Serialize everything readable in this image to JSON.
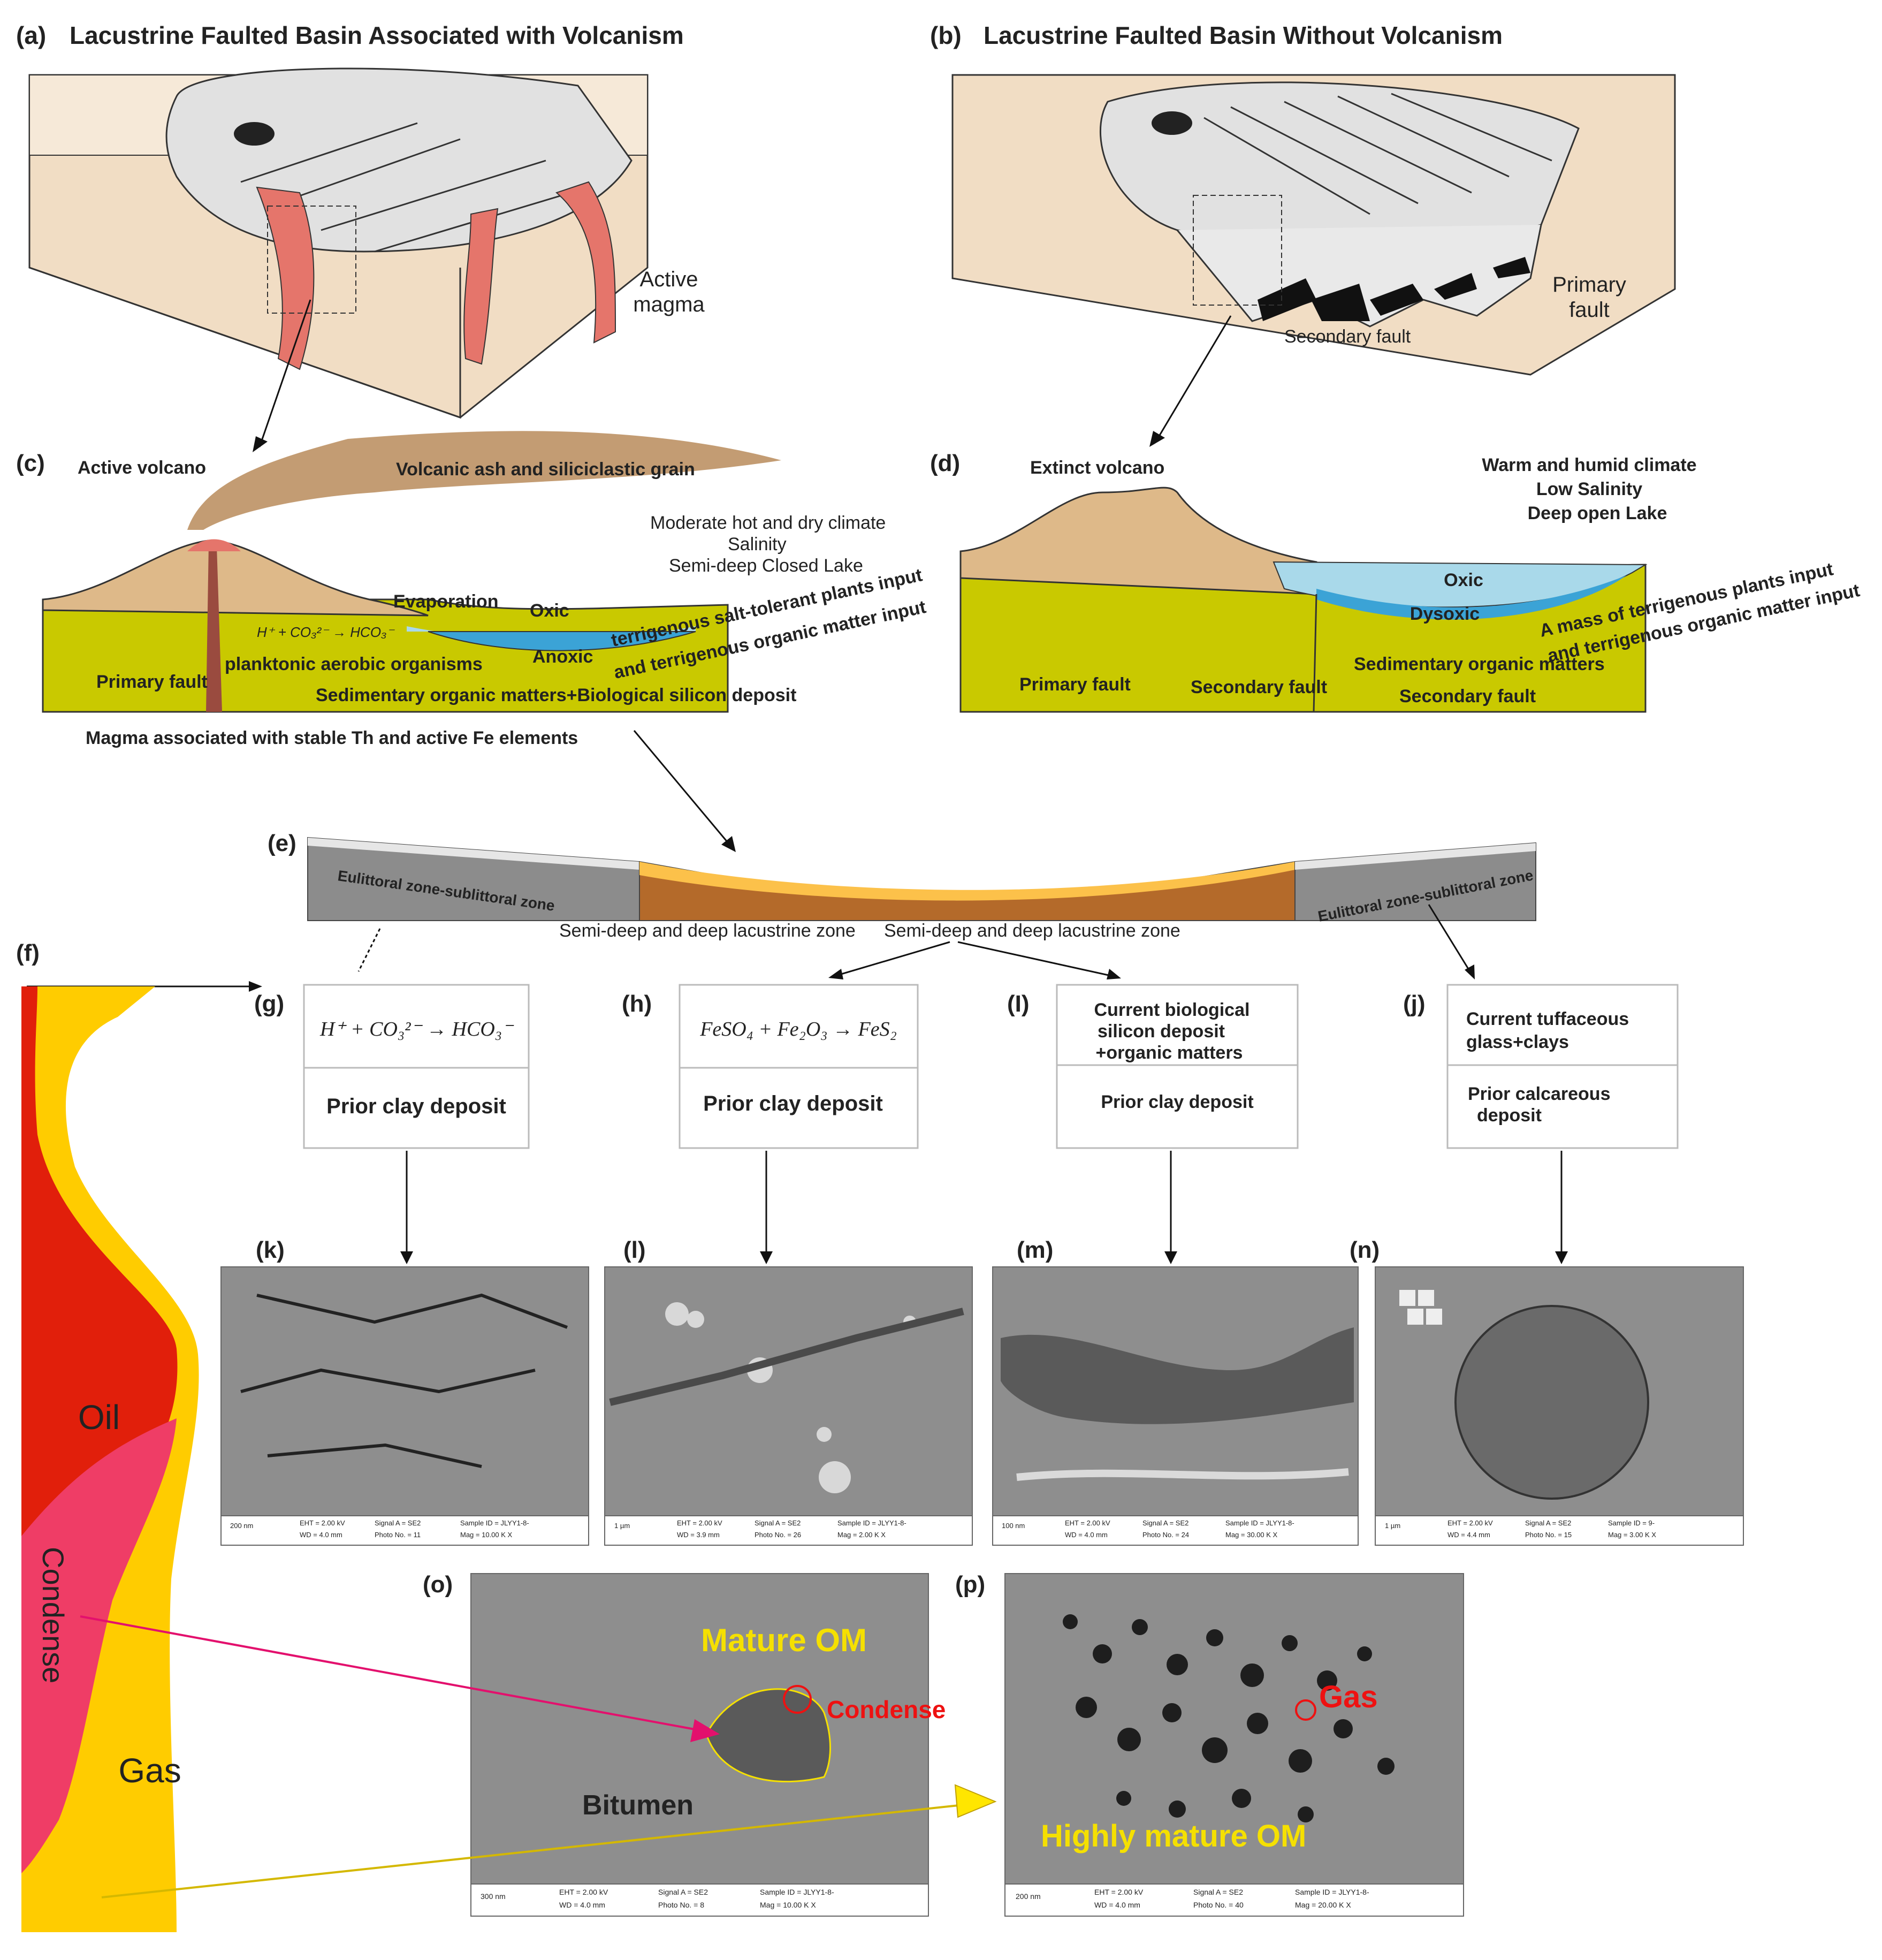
{
  "panels": {
    "a": {
      "tag": "(a)",
      "title": "Lacustrine Faulted Basin Associated  with Volcanism",
      "magma": [
        "Active",
        "magma"
      ]
    },
    "b": {
      "tag": "(b)",
      "title": "Lacustrine Faulted Basin  Without Volcanism",
      "primary": [
        "Primary",
        "fault"
      ],
      "secondary": "Secondary fault"
    },
    "c": {
      "tag": "(c)",
      "active_volcano": "Active volcano",
      "ash": "Volcanic ash and siliciclastic grain",
      "climate": [
        "Moderate hot and dry climate",
        "Salinity",
        "Semi-deep Closed Lake"
      ],
      "evaporation": "Evaporation",
      "oxic": "Oxic",
      "anoxic": "Anoxic",
      "reaction": "H⁺ + CO₃²⁻ → HCO₃⁻",
      "plankton": "planktonic aerobic organisms",
      "primary_fault": "Primary fault",
      "terrigenous": [
        "terrigenous salt-tolerant plants input",
        "and terrigenous organic matter input"
      ],
      "sed": "Sedimentary organic matters+Biological silicon deposit",
      "magma": "Magma associated with stable Th and active Fe elements"
    },
    "d": {
      "tag": "(d)",
      "extinct": "Extinct volcano",
      "climate": [
        "Warm and humid climate",
        "Low Salinity",
        "Deep open Lake"
      ],
      "oxic": "Oxic",
      "dysoxic": "Dysoxic",
      "terrigenous": [
        "A mass of terrigenous plants input",
        "and terrigenous organic matter input"
      ],
      "sed": "Sedimentary organic matters",
      "primary_fault": "Primary fault",
      "secondary_fault_1": "Secondary fault",
      "secondary_fault_2": "Secondary fault"
    },
    "e": {
      "tag": "(e)",
      "zone_left": "Eulittoral zone-sublittoral zone",
      "zone_right": "Eulittoral zone-sublittoral zone",
      "deep_1": "Semi-deep and deep lacustrine zone",
      "deep_2": "Semi-deep and deep lacustrine zone"
    },
    "f": {
      "tag": "(f)",
      "oil": "Oil",
      "condense": "Condense",
      "gas": "Gas"
    },
    "g": {
      "tag": "(g)",
      "top": "H⁺ + CO₃²⁻ → HCO₃⁻",
      "bottom": "Prior clay deposit"
    },
    "h": {
      "tag": "(h)",
      "top": "FeSO₄ + Fe₂O₃ → FeS₂",
      "bottom": "Prior clay deposit"
    },
    "i": {
      "tag": "(I)",
      "top": [
        "Current biological",
        "silicon deposit",
        "+organic  matters"
      ],
      "bottom": "Prior clay deposit"
    },
    "j": {
      "tag": "(j)",
      "top": [
        "Current tuffaceous",
        "glass+clays"
      ],
      "bottom": [
        "Prior calcareous",
        "deposit"
      ]
    },
    "sem": {
      "k": {
        "tag": "(k)",
        "footer": [
          "200 nm",
          "EHT = 2.00 kV",
          "Signal A = SE2",
          "Sample ID = JLYY1-8-",
          "WD = 4.0 mm",
          "Photo No. = 11",
          "Mag = 10.00 K X"
        ]
      },
      "l": {
        "tag": "(l)",
        "footer": [
          "1 µm",
          "EHT = 2.00 kV",
          "Signal A = SE2",
          "Sample ID = JLYY1-8-",
          "WD = 3.9 mm",
          "Photo No. = 26",
          "Mag = 2.00 K X"
        ]
      },
      "m": {
        "tag": "(m)",
        "footer": [
          "100 nm",
          "EHT = 2.00 kV",
          "Signal A = SE2",
          "Sample ID = JLYY1-8-",
          "WD = 4.0 mm",
          "Photo No. = 24",
          "Mag = 30.00 K X"
        ]
      },
      "n": {
        "tag": "(n)",
        "footer": [
          "1 µm",
          "EHT = 2.00 kV",
          "Signal A = SE2",
          "Sample ID = 9-",
          "WD = 4.4 mm",
          "Photo No. = 15",
          "Mag = 3.00 K X"
        ]
      },
      "o": {
        "tag": "(o)",
        "mature": "Mature OM",
        "condense": "Condense",
        "bitumen": "Bitumen",
        "footer": [
          "300 nm",
          "EHT = 2.00 kV",
          "Signal A = SE2",
          "Sample ID = JLYY1-8-",
          "WD = 4.0 mm",
          "Photo No. = 8",
          "Mag = 10.00 K X"
        ]
      },
      "p": {
        "tag": "(p)",
        "gas": "Gas",
        "highly": "Highly mature OM",
        "footer": [
          "200 nm",
          "EHT = 2.00 kV",
          "Signal A = SE2",
          "Sample ID = JLYY1-8-",
          "WD = 4.0 mm",
          "Photo No. = 40",
          "Mag = 20.00 K X"
        ]
      }
    }
  },
  "colors": {
    "crust": "#efdcc4",
    "lake": "#e2e2e2",
    "magma": "#e5756b",
    "volcano": "#deb989",
    "ground": "#c9c900",
    "water": "#a9d9ea",
    "deepwater": "#3ba3d6",
    "oil": "#e11f0b",
    "condense": "#ef3d66",
    "gas": "#ffcc00"
  }
}
